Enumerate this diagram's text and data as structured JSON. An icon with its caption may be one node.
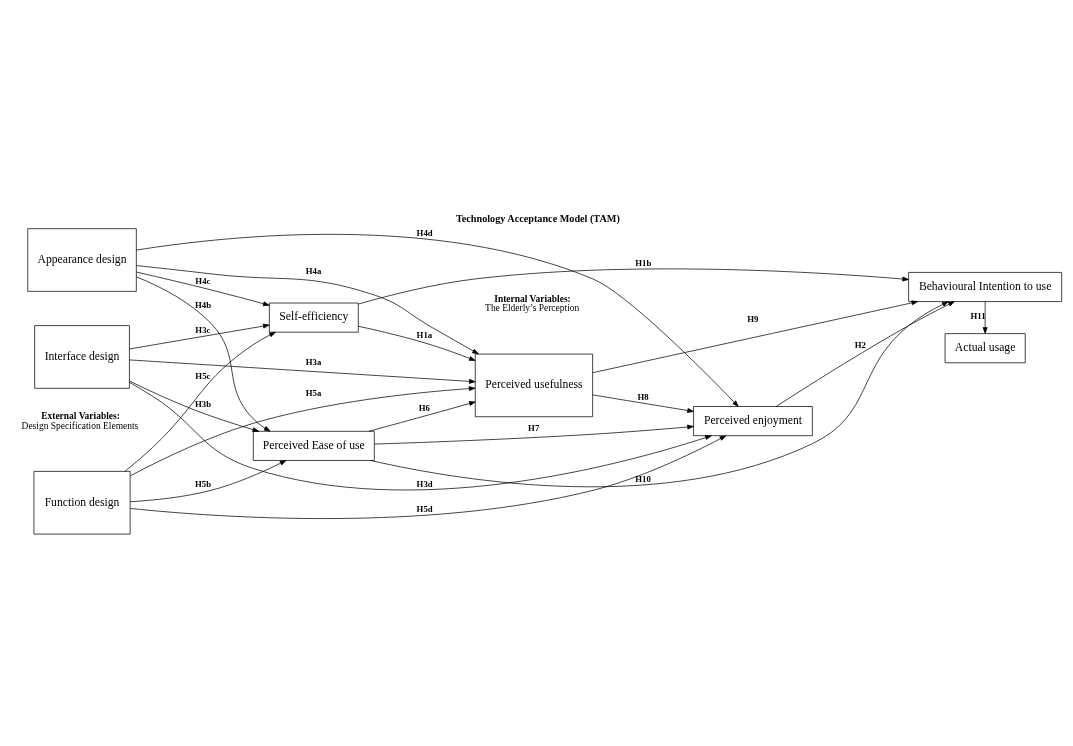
{
  "diagram": {
    "title": "Technology Acceptance Model (TAM)",
    "nodes": [
      {
        "text": [
          "Function design"
        ]
      },
      {
        "text": [
          "Appearance design"
        ]
      },
      {
        "text": [
          "Interface design"
        ]
      },
      {
        "text": [
          "Perceived usefulness"
        ]
      },
      {
        "text": [
          "Perceived Ease of use"
        ]
      },
      {
        "text": [
          "Self-efficiency"
        ]
      },
      {
        "text": [
          "Perceived enjoyment"
        ]
      },
      {
        "text": [
          "Behavioural Intention to use"
        ]
      },
      {
        "text": [
          "Actual usage"
        ]
      }
    ],
    "edges": [
      {
        "from": 0,
        "to": 3,
        "arrow": "to",
        "label": "H5a"
      },
      {
        "from": 0,
        "to": 4,
        "arrow": "to",
        "label": "H5b"
      },
      {
        "from": 0,
        "to": 5,
        "arrow": "to",
        "label": "H5c"
      },
      {
        "from": 0,
        "to": 6,
        "arrow": "to",
        "label": "H5d"
      },
      {
        "from": 1,
        "to": 3,
        "arrow": "to",
        "label": "H4a"
      },
      {
        "from": 1,
        "to": 4,
        "arrow": "to",
        "label": "H4b"
      },
      {
        "from": 1,
        "to": 5,
        "arrow": "to",
        "label": "H4c"
      },
      {
        "from": 1,
        "to": 6,
        "arrow": "to",
        "label": "H4d"
      },
      {
        "from": 2,
        "to": 3,
        "arrow": "to",
        "label": "H3a"
      },
      {
        "from": 2,
        "to": 4,
        "arrow": "to",
        "label": "H3b"
      },
      {
        "from": 2,
        "to": 5,
        "arrow": "to",
        "label": "H3c"
      },
      {
        "from": 2,
        "to": 6,
        "arrow": "to",
        "label": "H3d"
      },
      {
        "from": 4,
        "to": 3,
        "arrow": "to",
        "label": "H6"
      },
      {
        "from": 3,
        "to": 7,
        "arrow": "to",
        "label": "H9"
      },
      {
        "from": 4,
        "to": 7,
        "arrow": "to",
        "label": "H10"
      },
      {
        "from": 4,
        "to": 6,
        "arrow": "to",
        "label": "H7"
      },
      {
        "from": 5,
        "to": 3,
        "arrow": "to",
        "label": "H1a"
      },
      {
        "from": 5,
        "to": 7,
        "arrow": "to",
        "label": "H1b"
      },
      {
        "from": 6,
        "to": 7,
        "arrow": "to",
        "label": "H2"
      },
      {
        "from": 3,
        "to": 6,
        "arrow": "to",
        "label": "H8"
      },
      {
        "from": 7,
        "to": 8,
        "arrow": "to",
        "label": "H11"
      }
    ],
    "labels": [
      "External Variables:",
      "Design Specification Elements",
      "Internal Variables:",
      "The Elderly’s Perception"
    ]
  }
}
